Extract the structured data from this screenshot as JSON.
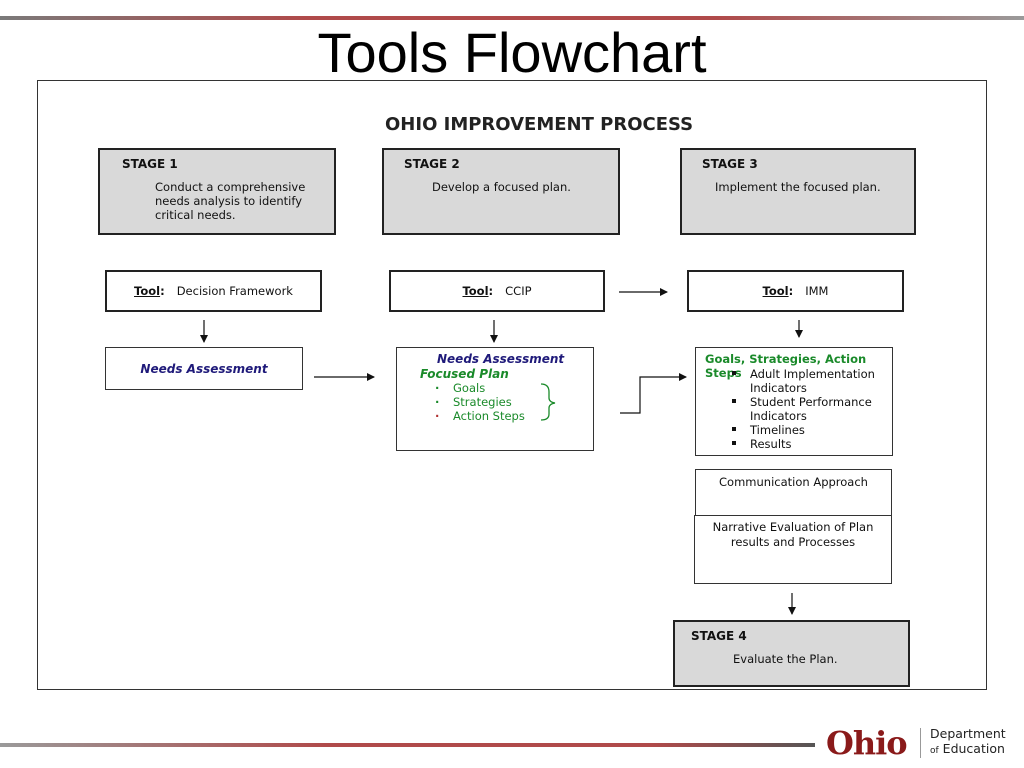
{
  "slide_title": "Tools Flowchart",
  "process_title": "OHIO IMPROVEMENT PROCESS",
  "stages": [
    {
      "title": "STAGE  1",
      "desc": "Conduct a comprehensive needs analysis to identify critical needs."
    },
    {
      "title": "STAGE  2",
      "desc": "Develop a focused plan."
    },
    {
      "title": "STAGE  3",
      "desc": "Implement the focused plan."
    },
    {
      "title": "STAGE 4",
      "desc": "Evaluate the Plan."
    }
  ],
  "tools": [
    {
      "label": "Tool",
      "name": "Decision Framework"
    },
    {
      "label": "Tool",
      "name": "CCIP"
    },
    {
      "label": "Tool",
      "name": "IMM"
    }
  ],
  "col1": {
    "needs": "Needs Assessment"
  },
  "col2": {
    "needs": "Needs Assessment",
    "focused": "Focused Plan",
    "items": [
      "Goals",
      "Strategies",
      "Action Steps"
    ]
  },
  "col3": {
    "heading": "Goals, Strategies, Action Steps",
    "items": [
      "Adult Implementation Indicators",
      "Student Performance Indicators",
      "Timelines",
      "Results"
    ],
    "communication": "Communication Approach",
    "narrative": "Narrative Evaluation of Plan results and Processes"
  },
  "logo": {
    "brand": "Ohio",
    "dept_line1": "Department",
    "dept_of": "of",
    "dept_line2": "Education"
  },
  "colors": {
    "accent_red": "#b04a4a",
    "needs_blue": "#1f1a7a",
    "plan_green": "#1a8a2a",
    "stage_gray": "#d9d9d9"
  }
}
